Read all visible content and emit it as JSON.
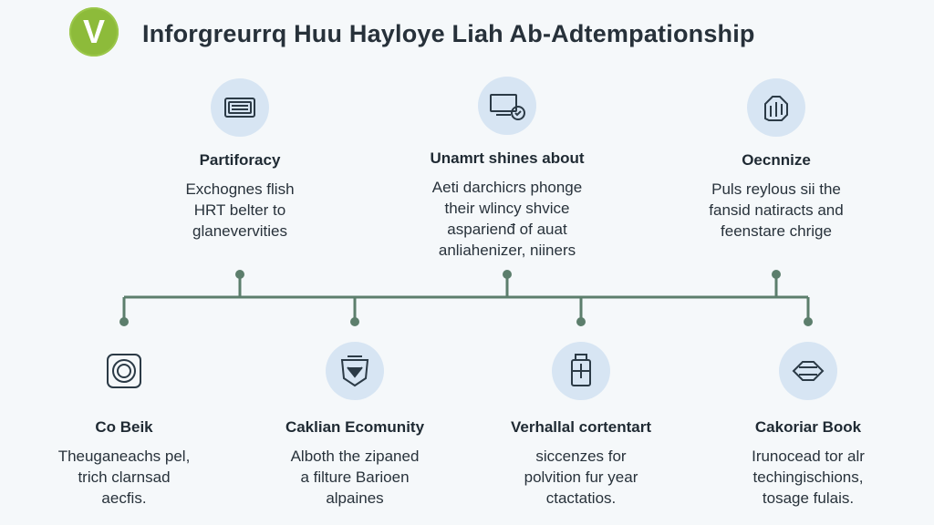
{
  "logo_letter": "V",
  "title": "Inforgreurrq Huu Hayloye Liah Ab-Adtempationship",
  "top_nodes": [
    {
      "icon": "keyboard-icon",
      "title": "Partiforacy",
      "lines": [
        "Exchognes flish",
        "HRT belter to",
        "glanevervities"
      ]
    },
    {
      "icon": "monitor-icon",
      "title": "Unamrt shines about",
      "lines": [
        "Aeti darchicrs phonge",
        "their wlincy shvice",
        "asparienđ of auat",
        "anliahenizer, niiners"
      ]
    },
    {
      "icon": "hand-icon",
      "title": "Oecnnize",
      "lines": [
        "Puls reylous sii the",
        "fansid natiracts and",
        "feenstare chrige"
      ]
    }
  ],
  "bottom_nodes": [
    {
      "icon": "target-icon",
      "title": "Co Beik",
      "lines": [
        "Theuganeachs pel,",
        "trich clarnsad",
        "aecfis."
      ]
    },
    {
      "icon": "shield-icon",
      "title": "Caklian Ecomunity",
      "lines": [
        "Alboth the zipaned",
        "a filture Barioen",
        "alpaines"
      ]
    },
    {
      "icon": "container-icon",
      "title": "Verhallal cortentart",
      "lines": [
        "siccenzes for",
        "polvition fur year",
        "ctactatios."
      ]
    },
    {
      "icon": "envelope-icon",
      "title": "Cakoriar Book",
      "lines": [
        "Irunocead tor alr",
        "techingischions,",
        "tosage fulais."
      ]
    }
  ],
  "colors": {
    "accent": "#5c7e6c",
    "icon_bg": "#d7e5f3",
    "logo": "#8dbb3a"
  }
}
